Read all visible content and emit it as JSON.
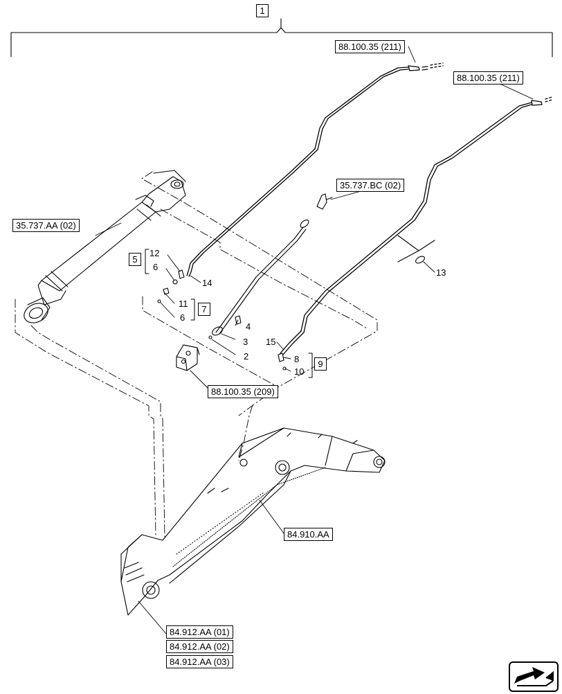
{
  "assembly": {
    "item": "1"
  },
  "references": {
    "hose_top_left": "88.100.35 (211)",
    "hose_top_right": "88.100.35 (211)",
    "valve_bracket": "35.737.BC (02)",
    "cylinder": "35.737.AA (02)",
    "valve": "88.100.35 (209)",
    "boom": "84.910.AA",
    "boom_ext_1": "84.912.AA (01)",
    "boom_ext_2": "84.912.AA (02)",
    "boom_ext_3": "84.912.AA (03)"
  },
  "kits": {
    "k5": "5",
    "k7": "7",
    "k9": "9"
  },
  "callouts": {
    "c2": "2",
    "c3": "3",
    "c4": "4",
    "c6a": "6",
    "c6b": "6",
    "c8": "8",
    "c10": "10",
    "c11": "11",
    "c12": "12",
    "c13": "13",
    "c14": "14",
    "c15": "15"
  },
  "icons": {
    "navigation": "next-page-arrow-icon"
  },
  "colors": {
    "line": "#000000",
    "background": "#ffffff"
  }
}
